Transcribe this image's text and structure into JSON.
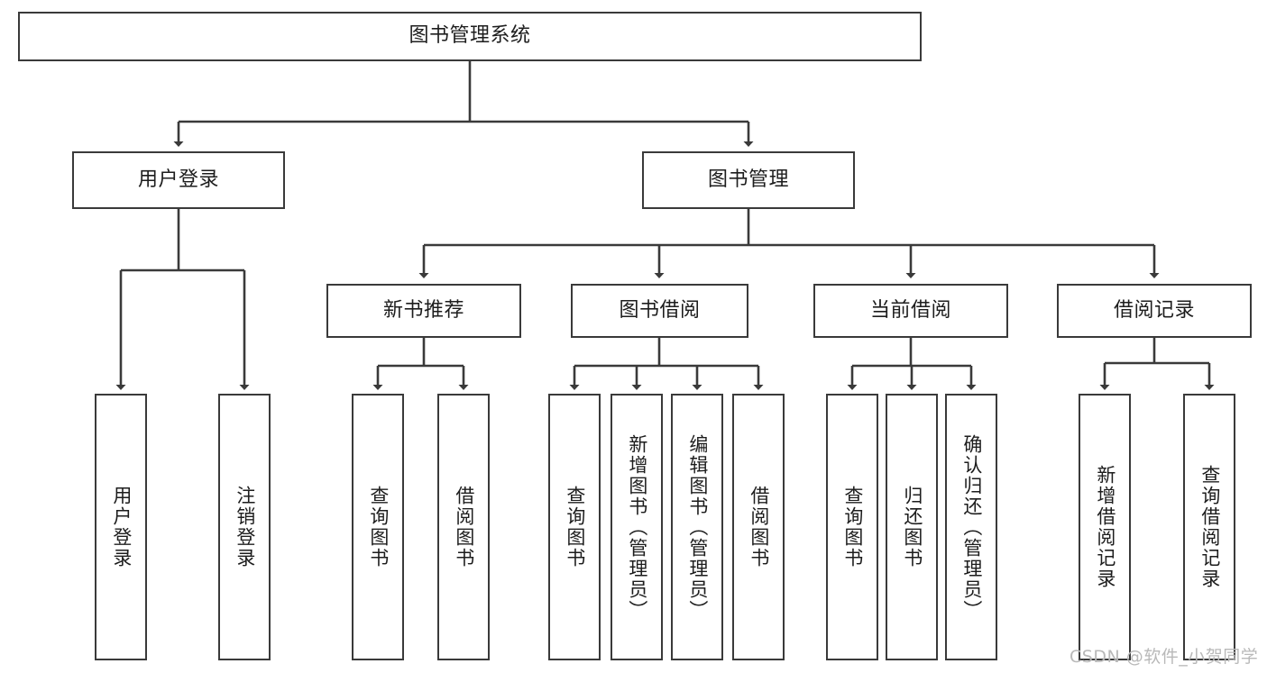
{
  "diagram": {
    "title": "图书管理系统",
    "watermark": "CSDN @软件_小贺同学",
    "stroke_color": "#3a3a3a",
    "text_color": "#1d1d1d",
    "background": "#ffffff",
    "nodes": {
      "root": {
        "label": "图书管理系统"
      },
      "level2": [
        {
          "label": "用户登录"
        },
        {
          "label": "图书管理"
        }
      ],
      "level3": [
        {
          "label": "新书推荐"
        },
        {
          "label": "图书借阅"
        },
        {
          "label": "当前借阅"
        },
        {
          "label": "借阅记录"
        }
      ],
      "leaves": {
        "user_login": [
          {
            "label": "用户登录"
          },
          {
            "label": "注销登录"
          }
        ],
        "new_book_recommend": [
          {
            "label": "查询图书"
          },
          {
            "label": "借阅图书"
          }
        ],
        "book_borrow": [
          {
            "label": "查询图书"
          },
          {
            "label": "新增图书（管理员）"
          },
          {
            "label": "编辑图书（管理员）"
          },
          {
            "label": "借阅图书"
          }
        ],
        "current_borrow": [
          {
            "label": "查询图书"
          },
          {
            "label": "归还图书"
          },
          {
            "label": "确认归还（管理员）"
          }
        ],
        "borrow_record": [
          {
            "label": "新增借阅记录"
          },
          {
            "label": "查询借阅记录"
          }
        ]
      }
    }
  }
}
